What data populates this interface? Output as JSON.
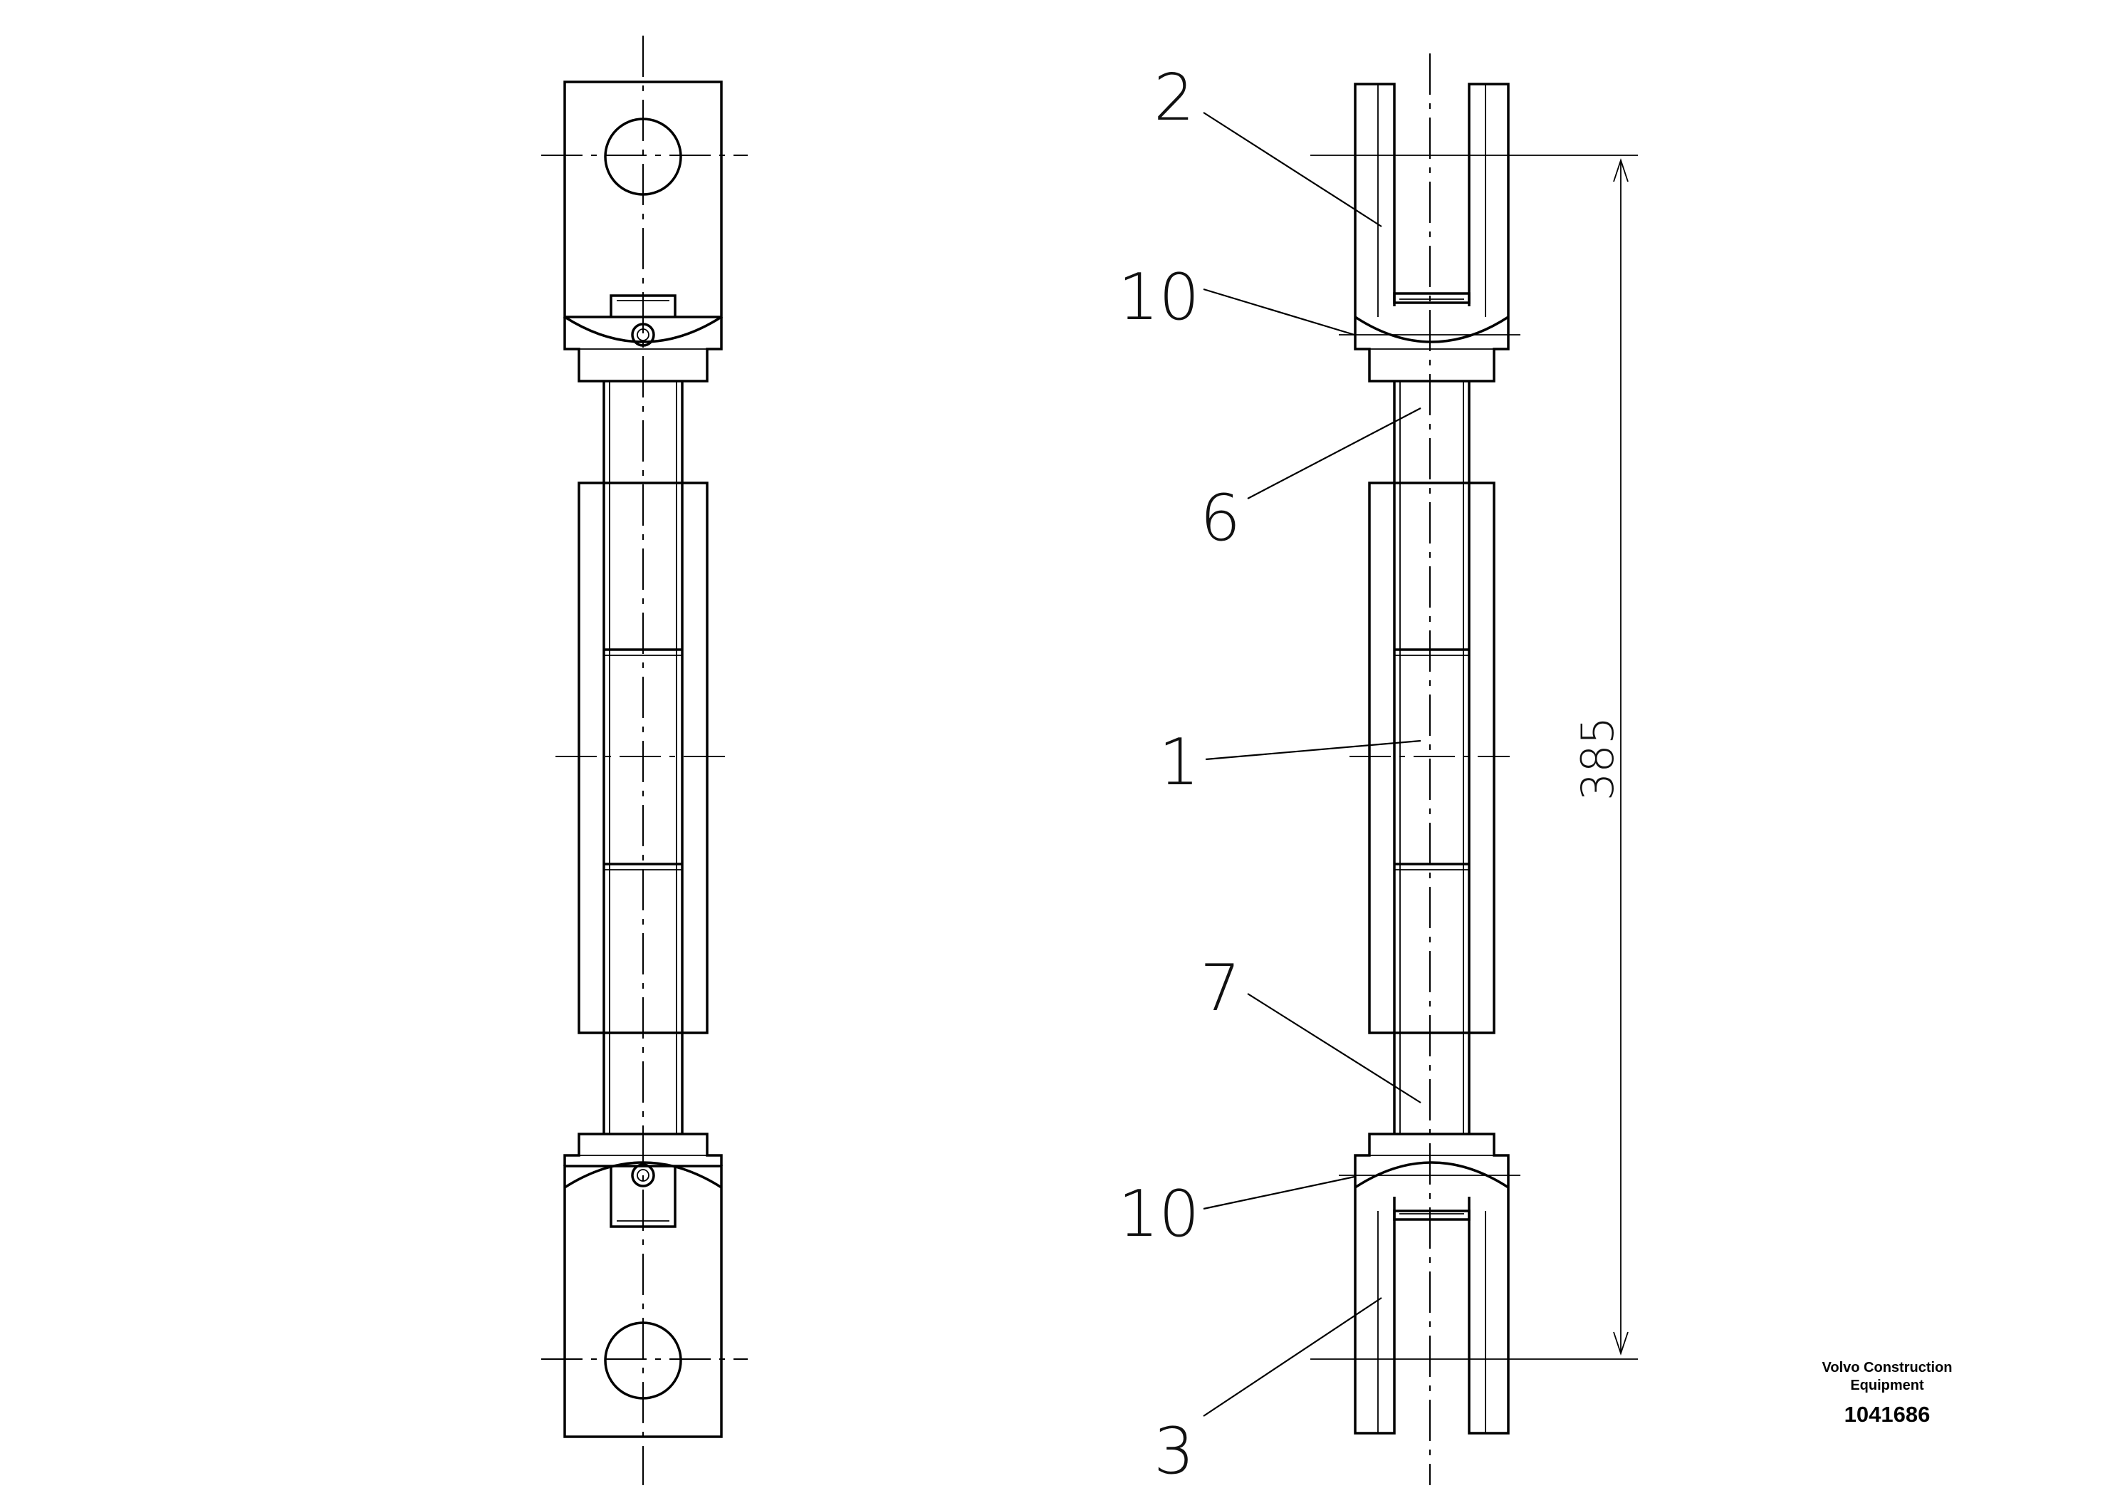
{
  "callouts": {
    "c2": "2",
    "c10_top": "10",
    "c6": "6",
    "c1": "1",
    "c7": "7",
    "c10_bottom": "10",
    "c3": "3"
  },
  "dimension": {
    "overall_length": "385"
  },
  "title_block": {
    "company_line1": "Volvo Construction",
    "company_line2": "Equipment",
    "drawing_number": "1041686"
  }
}
